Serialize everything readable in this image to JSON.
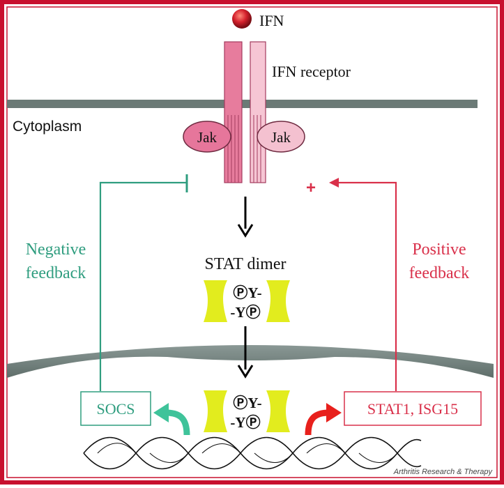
{
  "labels": {
    "ifn": "IFN",
    "ifn_receptor": "IFN receptor",
    "cytoplasm": "Cytoplasm",
    "jak_left": "Jak",
    "jak_right": "Jak",
    "stat_dimer": "STAT dimer",
    "negative_line1": "Negative",
    "negative_line2": "feedback",
    "positive_line1": "Positive",
    "positive_line2": "feedback",
    "plus_sign": "+",
    "socs": "SOCS",
    "stat1_isg15": "STAT1, ISG15",
    "credit": "Arthritis Research & Therapy"
  },
  "dimer_top": {
    "row1": "ⓅY-",
    "row2": "-YⓅ"
  },
  "dimer_bottom": {
    "row1": "ⓅY-",
    "row2": "-YⓅ"
  },
  "colors": {
    "frame": "#c8102e",
    "membrane": "#6b7a76",
    "receptor_dark": "#e77c9d",
    "receptor_light": "#f6c6d4",
    "jak_dark": "#e6769b",
    "jak_light": "#f4c1d0",
    "ifn_ball": "#d4202c",
    "negative": "#2f9d7f",
    "positive": "#d9304a",
    "stat_yellow": "#e2ec1e",
    "arrow_green": "#3fc39a",
    "arrow_red": "#e8201c"
  }
}
